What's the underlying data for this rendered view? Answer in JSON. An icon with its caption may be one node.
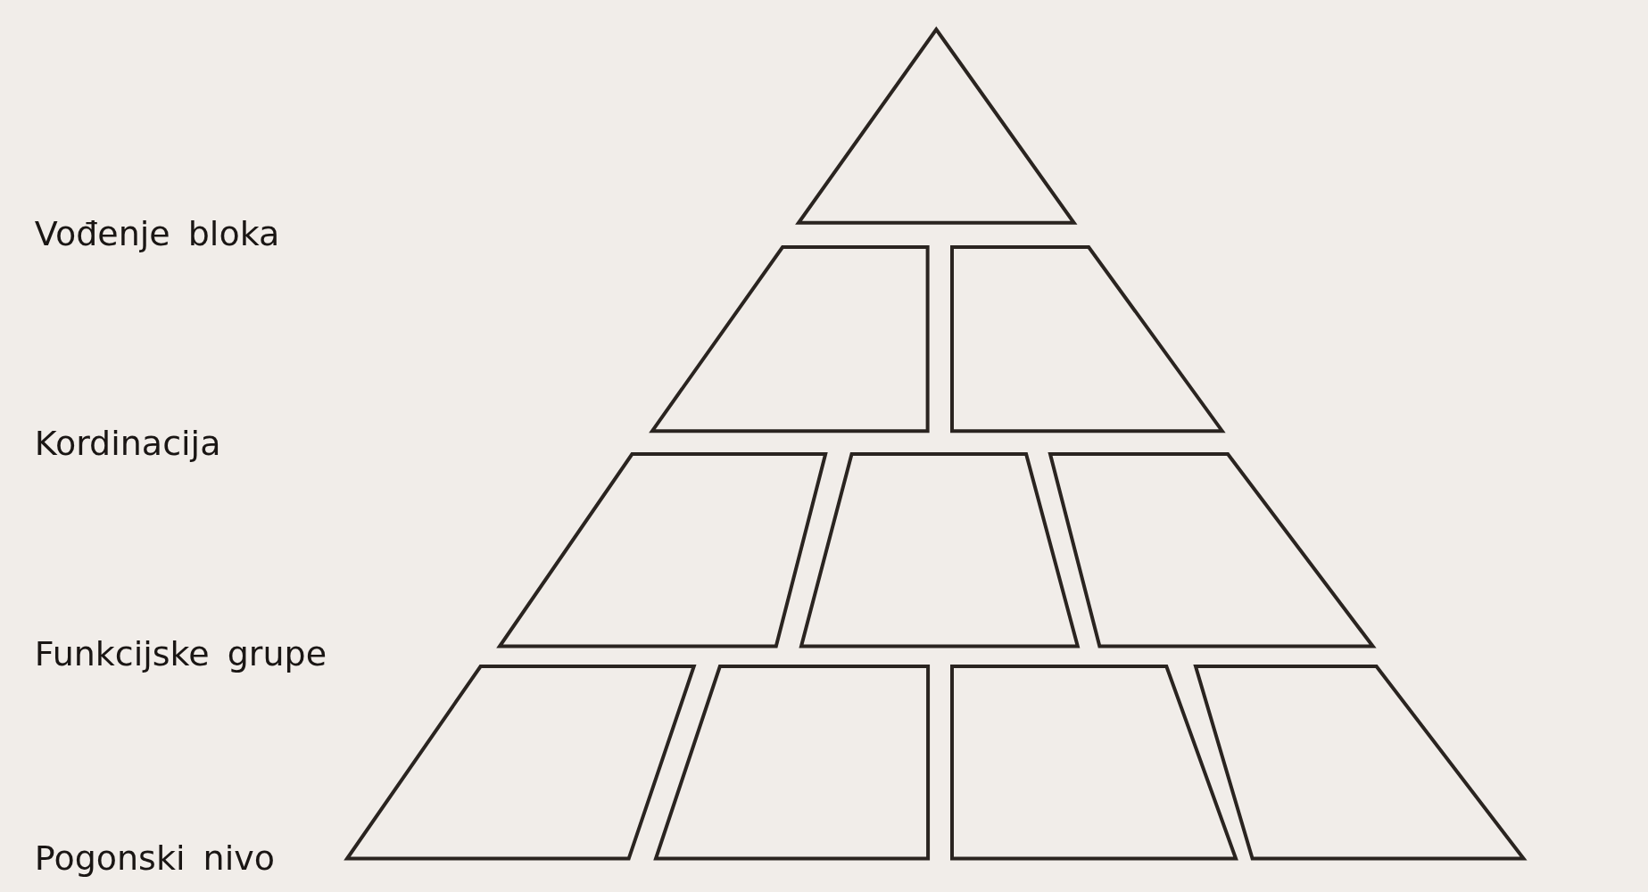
{
  "diagram": {
    "nodes": [
      {
        "text": [],
        "shape": "triangle"
      },
      {
        "text": [],
        "shape": "trapezoid"
      },
      {
        "text": [],
        "shape": "trapezoid"
      },
      {
        "text": [],
        "shape": "trapezoid"
      },
      {
        "text": [],
        "shape": "trapezoid"
      },
      {
        "text": [],
        "shape": "trapezoid"
      },
      {
        "text": [],
        "shape": "trapezoid"
      },
      {
        "text": [],
        "shape": "trapezoid"
      },
      {
        "text": [],
        "shape": "trapezoid"
      },
      {
        "text": [],
        "shape": "trapezoid"
      }
    ],
    "labels": [
      "Vođenje bloka",
      "Kordinacija",
      "Funkcijske grupe",
      "Pogonski nivo"
    ]
  }
}
